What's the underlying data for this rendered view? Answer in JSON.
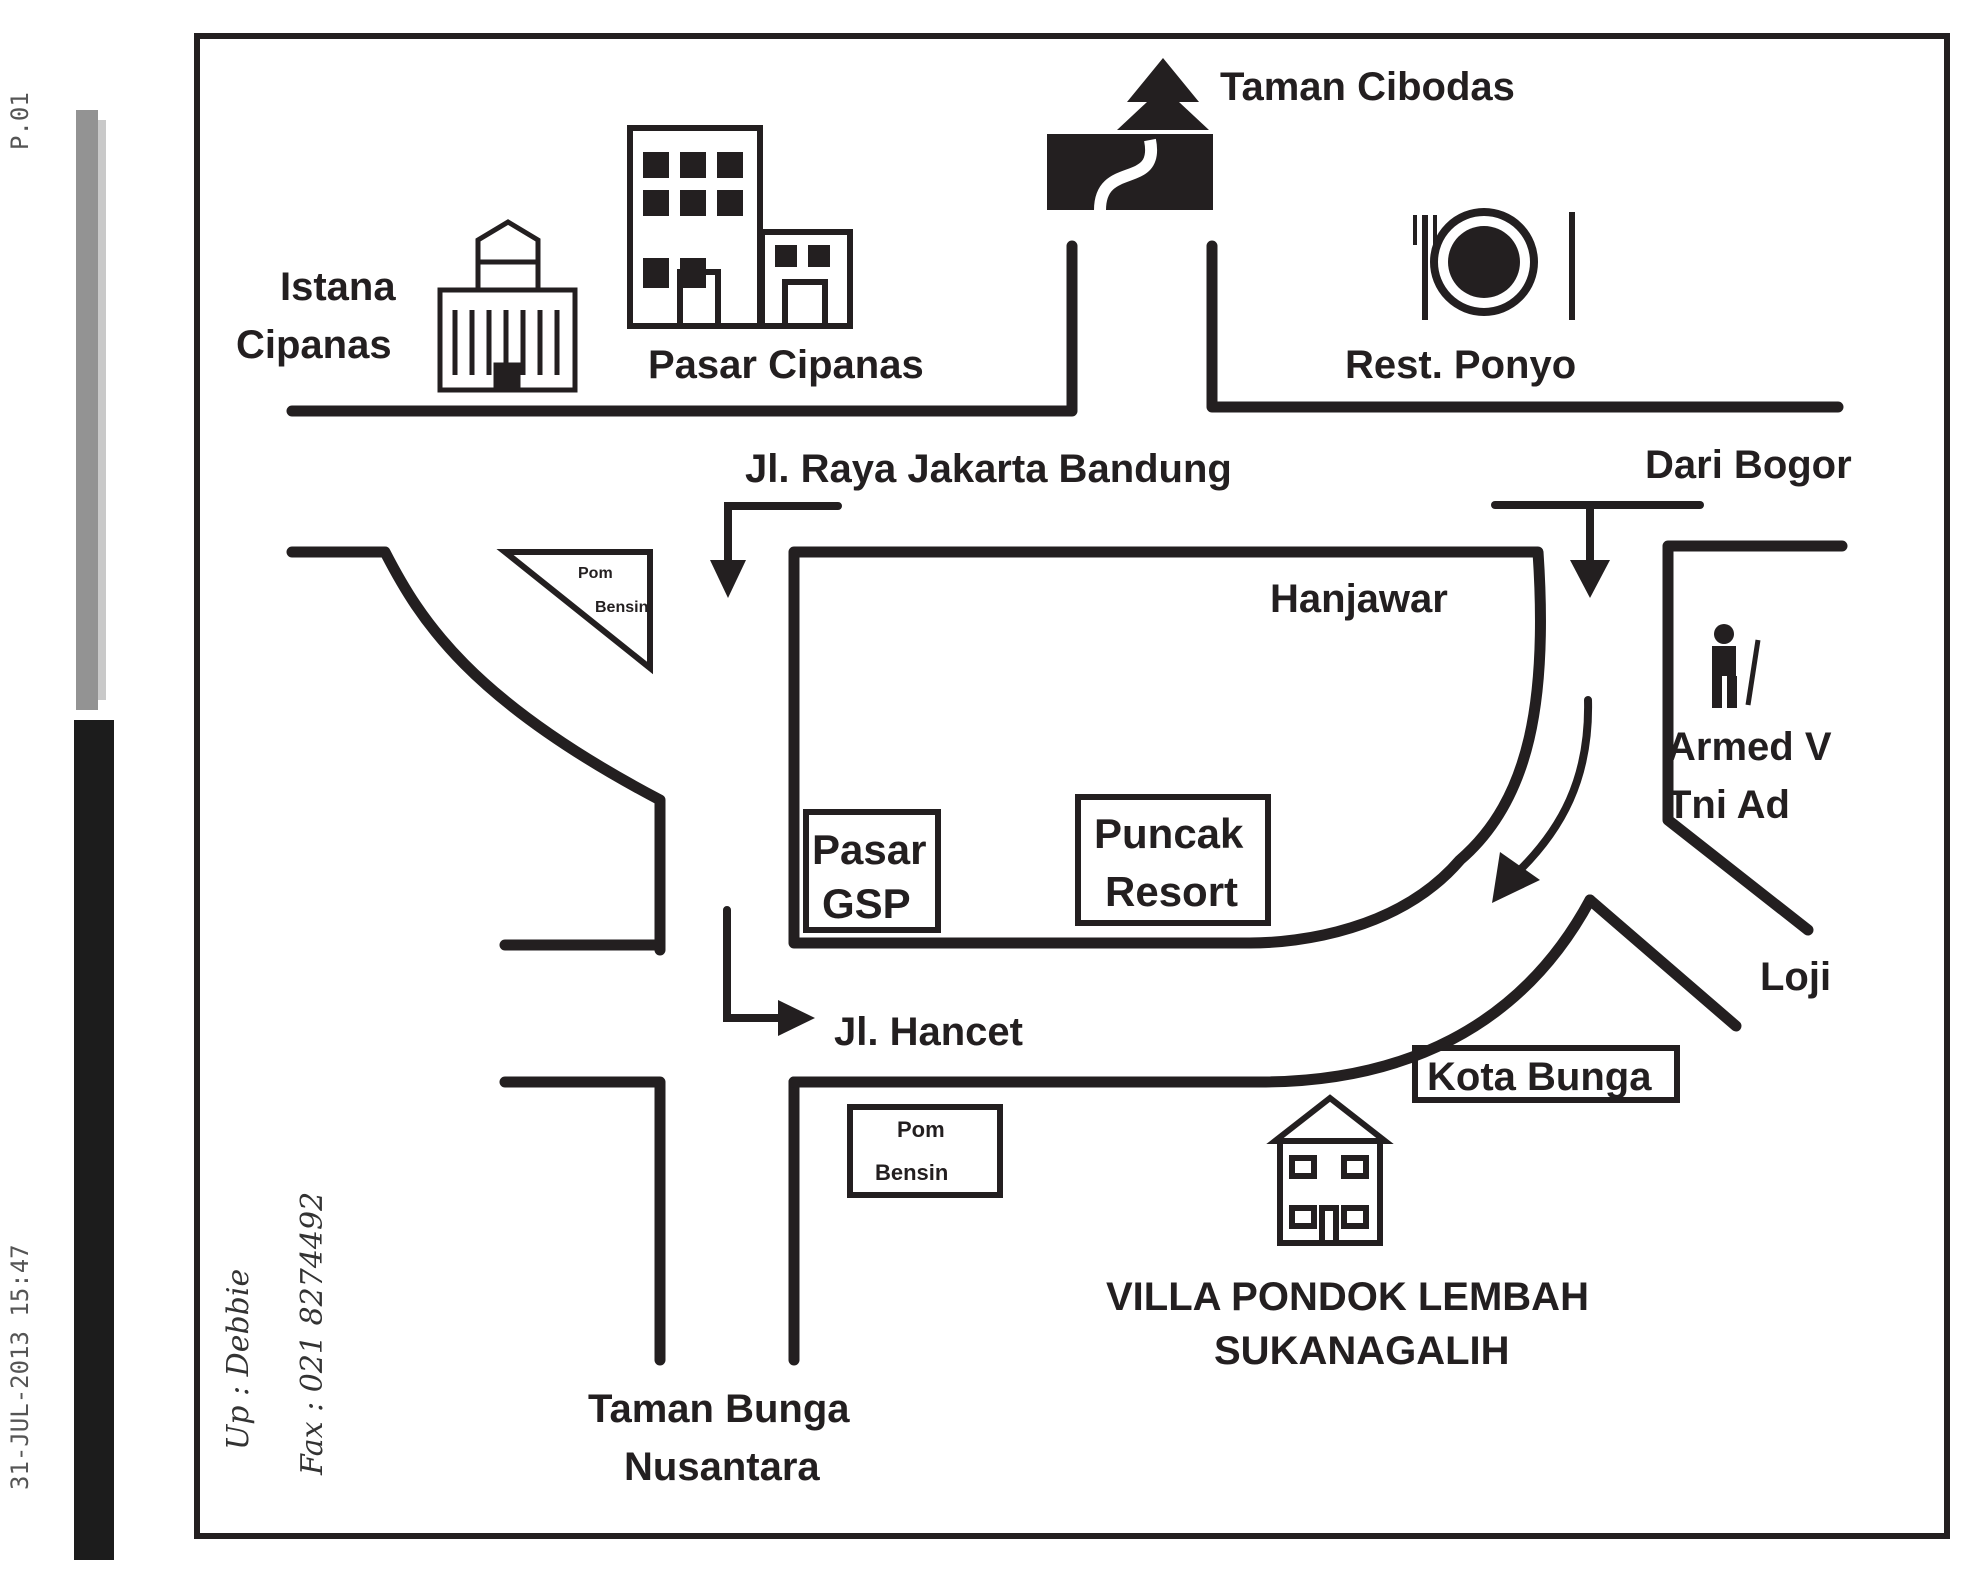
{
  "fax": {
    "timestamp": "31-JUL-2013 15:47",
    "page": "P.01",
    "handwritten_line1": "Up : Debbie",
    "handwritten_line2": "Fax : 021 8274492"
  },
  "map": {
    "ink_color": "#231f20",
    "paper_color": "#ffffff",
    "landmarks": {
      "taman_cibodas": "Taman Cibodas",
      "istana_cipanas_line1": "Istana",
      "istana_cipanas_line2": "Cipanas",
      "pasar_cipanas": "Pasar Cipanas",
      "rest_ponyo": "Rest. Ponyo",
      "hanjawar": "Hanjawar",
      "armed_line1": "Armed V",
      "armed_line2": "Tni Ad",
      "loji": "Loji",
      "villa_line1": "VILLA PONDOK LEMBAH",
      "villa_line2": "SUKANAGALIH",
      "taman_bunga_line1": "Taman Bunga",
      "taman_bunga_line2": "Nusantara"
    },
    "roads": {
      "jl_raya": "Jl. Raya Jakarta Bandung",
      "dari_bogor": "Dari Bogor",
      "jl_hancet": "Jl. Hancet"
    },
    "boxes": {
      "pasar_gsp_line1": "Pasar",
      "pasar_gsp_line2": "GSP",
      "puncak_resort_line1": "Puncak",
      "puncak_resort_line2": "Resort",
      "kota_bunga": "Kota Bunga",
      "pom_bensin_line1": "Pom",
      "pom_bensin_line2": "Bensin",
      "pom_bensin_small_line1": "Pom",
      "pom_bensin_small_line2": "Bensin"
    },
    "icons": [
      "palace-icon",
      "market-building-icon",
      "pine-tree-icon",
      "restaurant-icon",
      "soldier-icon",
      "house-icon"
    ]
  }
}
